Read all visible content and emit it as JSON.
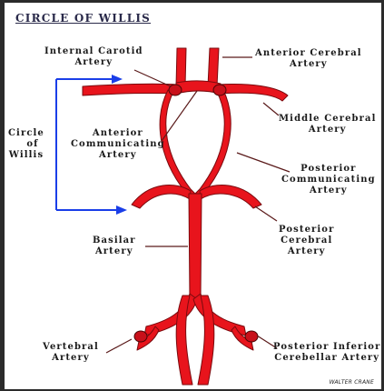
{
  "title": "CIRCLE OF WILLIS",
  "labels": {
    "internal_carotid": [
      "Internal Carotid",
      "Artery"
    ],
    "anterior_cerebral": [
      "Anterior Cerebral",
      "Artery"
    ],
    "middle_cerebral": [
      "Middle Cerebral",
      "Artery"
    ],
    "circle_of_willis": [
      "Circle",
      "of",
      "Willis"
    ],
    "anterior_communicating": [
      "Anterior",
      "Communicating",
      "Artery"
    ],
    "posterior_communicating": [
      "Posterior",
      "Communicating",
      "Artery"
    ],
    "basilar": [
      "Basilar",
      "Artery"
    ],
    "posterior_cerebral": [
      "Posterior",
      "Cerebral",
      "Artery"
    ],
    "vertebral": [
      "Vertebral",
      "Artery"
    ],
    "posterior_inferior_cerebellar": [
      "Posterior Inferior",
      "Cerebellar Artery"
    ]
  },
  "signature": "WALTER CRANE",
  "colors": {
    "artery": "#e8141c",
    "artery_dark": "#7a0a0e",
    "bracket": "#1a3ee8",
    "leader": "#5a1a1a",
    "background": "#ffffff"
  }
}
